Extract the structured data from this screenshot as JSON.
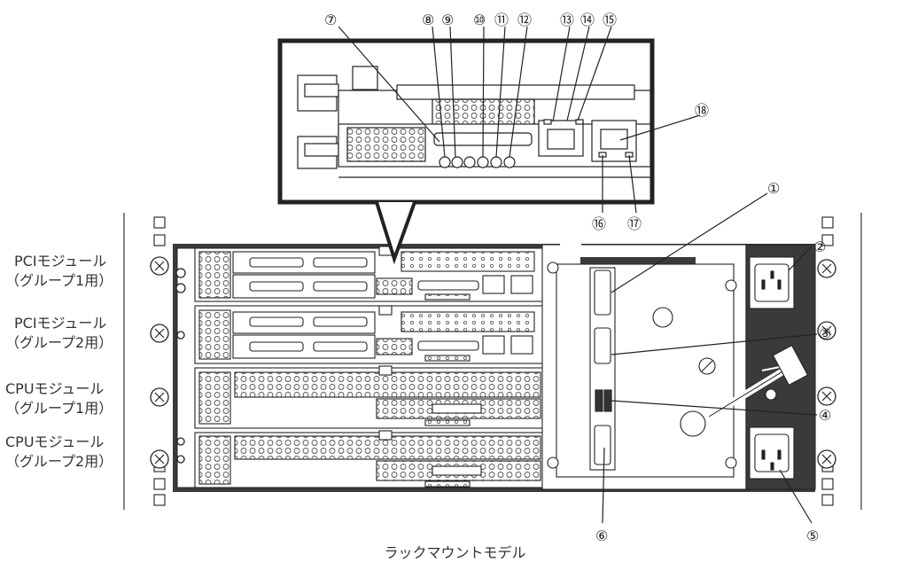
{
  "module_labels": [
    {
      "name": "PCIモジュール",
      "group": "（グループ1用）"
    },
    {
      "name": "PCIモジュール",
      "group": "（グループ2用）"
    },
    {
      "name": "CPUモジュール",
      "group": "（グループ1用）"
    },
    {
      "name": "CPUモジュール",
      "group": "（グループ2用）"
    }
  ],
  "callouts": {
    "c1": "①",
    "c2": "②",
    "c3": "③",
    "c4": "④",
    "c5": "⑤",
    "c6": "⑥",
    "c7": "⑦",
    "c8": "⑧",
    "c9": "⑨",
    "c10": "⑩",
    "c11": "⑪",
    "c12": "⑫",
    "c13": "⑬",
    "c14": "⑭",
    "c15": "⑮",
    "c16": "⑯",
    "c17": "⑰",
    "c18": "⑱"
  },
  "caption": "ラックマウントモデル"
}
